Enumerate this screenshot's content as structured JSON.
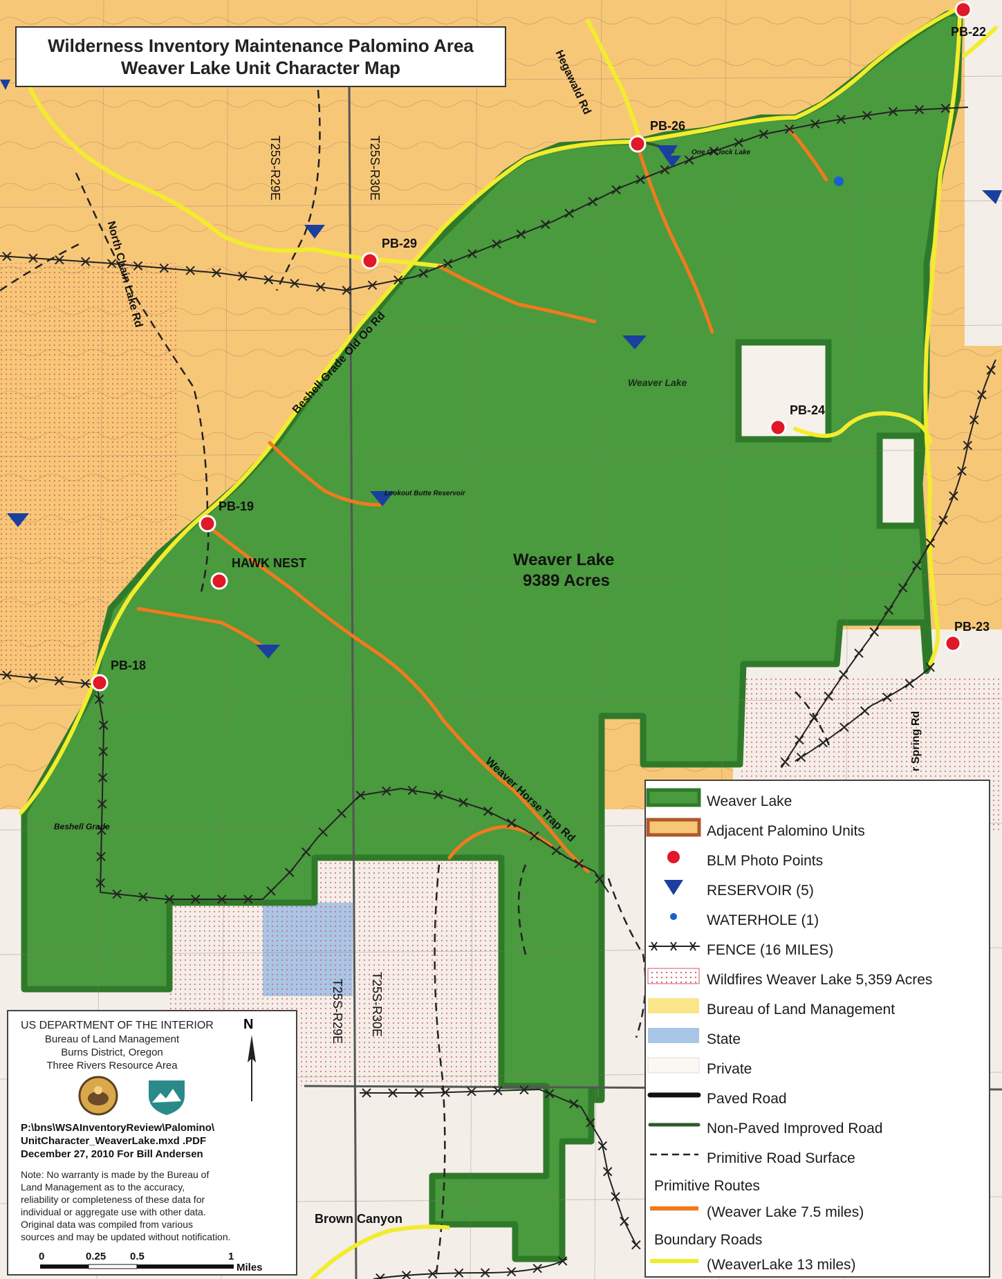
{
  "title": {
    "line1": "Wilderness Inventory Maintenance Palomino Area",
    "line2": "Weaver Lake Unit Character Map"
  },
  "unit_label": {
    "name": "Weaver Lake",
    "acres": "9389 Acres"
  },
  "photo_points": [
    "PB-22",
    "PB-26",
    "PB-29",
    "PB-24",
    "PB-19",
    "PB-18",
    "PB-23"
  ],
  "place_labels": {
    "hawk_nest": "HAWK NEST",
    "weaver_lake": "Weaver Lake",
    "lookout_butte": "Lookout Butte Reservoir",
    "onedown_lake": "One O'Clock Lake",
    "beshell_grade": "Beshell Grade"
  },
  "road_labels": {
    "hegawald": "Hegawald Rd",
    "north_chain": "North Chain Lake Rd",
    "beshell_grade_old_oo": "Beshell Grade Old Oo Rd",
    "weaver_horse_trap": "Weaver Horse Trap Rd",
    "brown_canyon": "Brown Canyon",
    "spring_rd": "r Spring Rd"
  },
  "township_labels": {
    "t25s_r29e": "T25S-R29E",
    "t25s_r30e": "T25S-R30E"
  },
  "legend": {
    "items": [
      {
        "label": "Weaver Lake",
        "symbol": "unit"
      },
      {
        "label": "Adjacent Palomino Units",
        "symbol": "adjacent"
      },
      {
        "label": "BLM Photo Points",
        "symbol": "photo"
      },
      {
        "label": "RESERVOIR (5)",
        "symbol": "reservoir"
      },
      {
        "label": "WATERHOLE (1)",
        "symbol": "waterhole"
      },
      {
        "label": "FENCE (16 MILES)",
        "symbol": "fence"
      },
      {
        "label": "Wildfires Weaver Lake 5,359 Acres",
        "symbol": "wildfire"
      },
      {
        "label": "Bureau of Land Management",
        "symbol": "blm"
      },
      {
        "label": "State",
        "symbol": "state"
      },
      {
        "label": "Private",
        "symbol": "private"
      },
      {
        "label": "Paved Road",
        "symbol": "paved"
      },
      {
        "label": "Non-Paved Improved Road",
        "symbol": "nonpaved"
      },
      {
        "label": "Primitive Road Surface",
        "symbol": "primitive"
      }
    ],
    "primitive_routes_heading": "Primitive Routes",
    "primitive_routes_item": "(Weaver Lake 7.5 miles)",
    "boundary_roads_heading": "Boundary Roads",
    "boundary_roads_item": "(WeaverLake 13 miles)"
  },
  "info": {
    "dept": "US DEPARTMENT OF THE INTERIOR",
    "bureau": "Bureau of Land Management",
    "district": "Burns District, Oregon",
    "area": "Three Rivers Resource Area",
    "path_line1": "P:\\bns\\WSAInventoryReview\\Palomino\\",
    "path_line2": "UnitCharacter_WeaverLake.mxd .PDF",
    "date_line": "December 27, 2010    For Bill Andersen",
    "note_lines": [
      "Note: No warranty is made by the Bureau of",
      "Land Management as to the accuracy,",
      "reliability or completeness of these data for",
      "individual or aggregate use with other data.",
      "Original data was compiled from various",
      "sources and may be updated without notification."
    ],
    "north": "N",
    "scale_ticks": [
      "0",
      "0.25",
      "0.5",
      "1"
    ],
    "scale_unit": "Miles"
  },
  "colors": {
    "blm": "#f7c778",
    "unit_green": "#4a9a3e",
    "unit_border": "#2f7a2a",
    "private": "#f4eee8",
    "state": "#a9c6e6",
    "boundary_road": "#f2ec2e",
    "primitive_route": "#f07a1e",
    "photo_point": "#e01828",
    "reservoir": "#1a3f9e"
  }
}
